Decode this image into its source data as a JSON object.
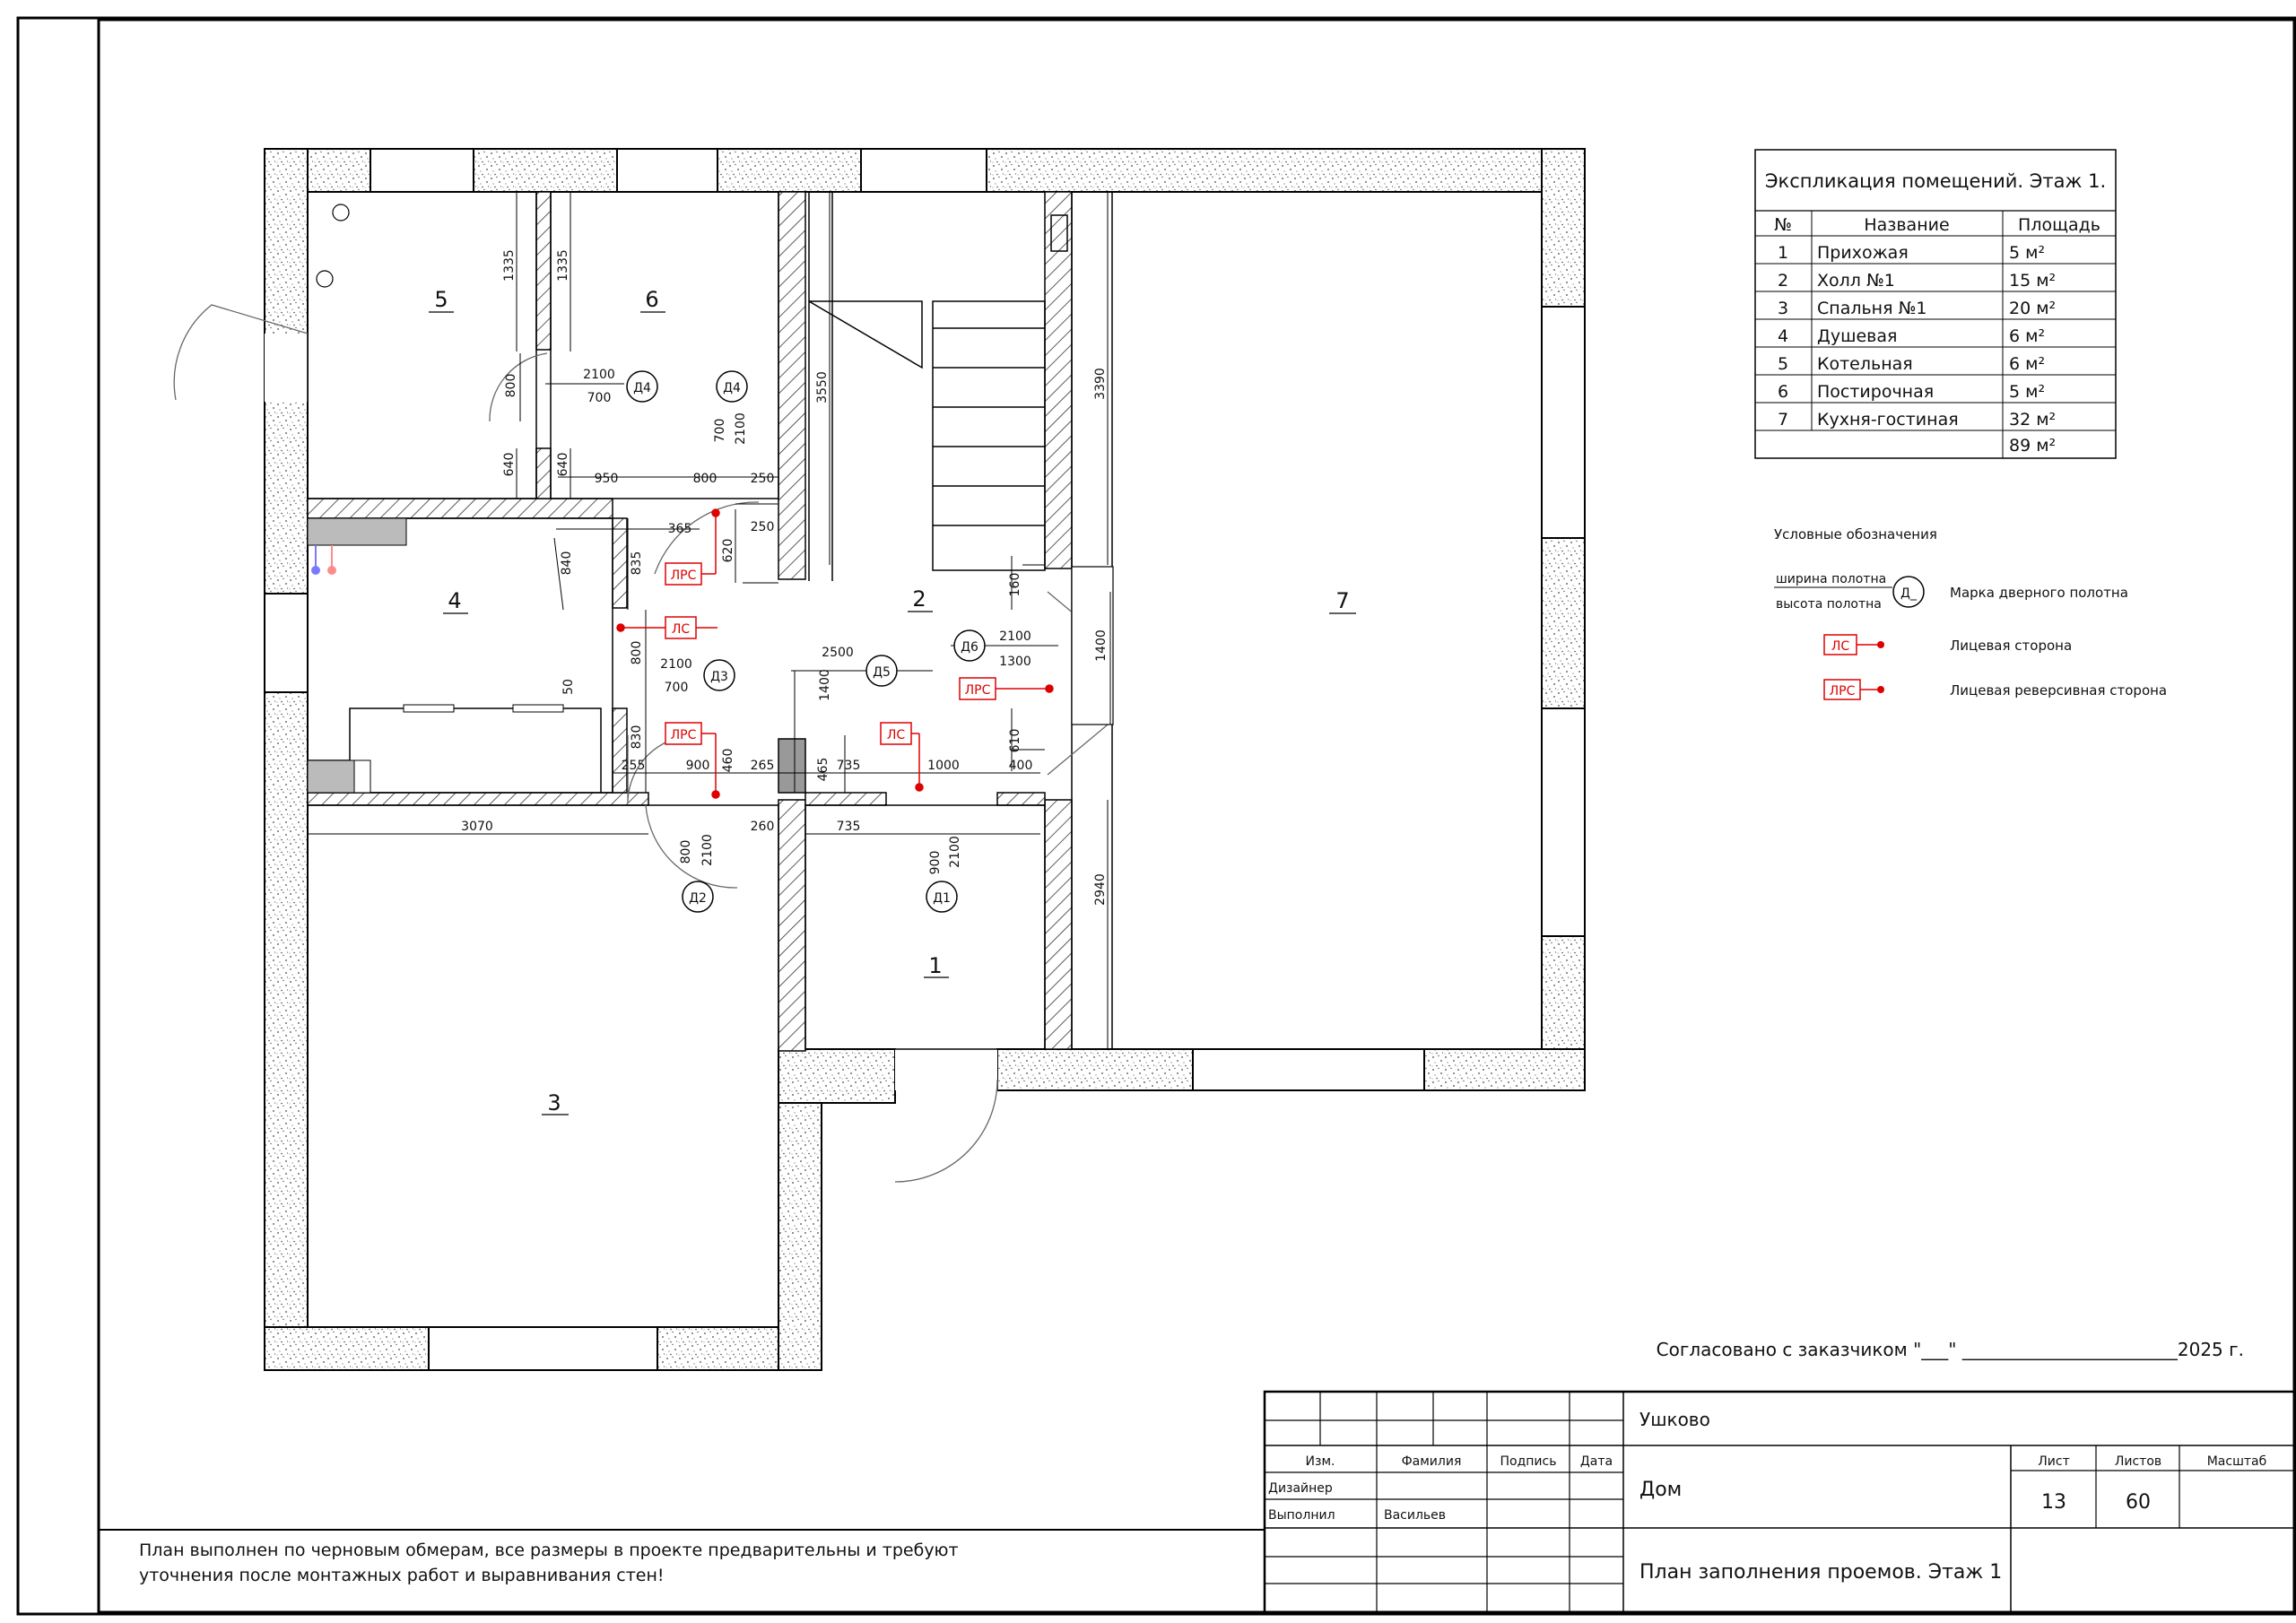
{
  "explication": {
    "title": "Экспликация помещений. Этаж 1.",
    "headers": [
      "№",
      "Название",
      "Площадь"
    ],
    "rows": [
      {
        "num": "1",
        "name": "Прихожая",
        "area": "5 м²"
      },
      {
        "num": "2",
        "name": "Холл №1",
        "area": "15 м²"
      },
      {
        "num": "3",
        "name": "Спальня №1",
        "area": "20 м²"
      },
      {
        "num": "4",
        "name": "Душевая",
        "area": "6 м²"
      },
      {
        "num": "5",
        "name": "Котельная",
        "area": "6 м²"
      },
      {
        "num": "6",
        "name": "Постирочная",
        "area": "5 м²"
      },
      {
        "num": "7",
        "name": "Кухня-гостиная",
        "area": "32 м²"
      }
    ],
    "total": "89 м²"
  },
  "legend": {
    "title": "Условные обозначения",
    "width_label": "ширина полотна",
    "height_label": "высота полотна",
    "mark_symbol": "Д_",
    "door_mark": "Марка дверного полотна",
    "ls_tag": "ЛС",
    "ls_desc": "Лицевая сторона",
    "lrs_tag": "ЛРС",
    "lrs_desc": "Лицевая реверсивная сторона"
  },
  "rooms": [
    "1",
    "2",
    "3",
    "4",
    "5",
    "6",
    "7"
  ],
  "doors": [
    {
      "mark": "Д1",
      "width": "900",
      "height": "2100"
    },
    {
      "mark": "Д2",
      "width": "800",
      "height": "2100"
    },
    {
      "mark": "Д3",
      "width": "700",
      "height": "2100"
    },
    {
      "mark": "Д4",
      "width": "700",
      "height": "2100"
    },
    {
      "mark": "Д4",
      "width": "700",
      "height": "2100"
    },
    {
      "mark": "Д5",
      "width": "",
      "height": "2500"
    },
    {
      "mark": "Д6",
      "width": "1300",
      "height": "2100"
    }
  ],
  "tags": [
    "ЛРС",
    "ЛС",
    "ЛРС",
    "ЛС",
    "ЛРС"
  ],
  "dims": [
    "1335",
    "1335",
    "800",
    "640",
    "640",
    "950",
    "800",
    "250",
    "250",
    "365",
    "620",
    "840",
    "835",
    "800",
    "50",
    "830",
    "255",
    "900",
    "265",
    "465",
    "735",
    "1000",
    "400",
    "610",
    "160",
    "1400",
    "3550",
    "3390",
    "460",
    "260",
    "735",
    "3070",
    "2940",
    "1400"
  ],
  "approval": "Согласовано с заказчиком \"___\" ________________________2025 г.",
  "titleblock": {
    "location": "Ушково",
    "object": "Дом",
    "sheet_title": "План заполнения проемов. Этаж 1",
    "hdr_izm": "Изм.",
    "hdr_surname": "Фамилия",
    "hdr_sign": "Подпись",
    "hdr_date": "Дата",
    "designer": "Дизайнер",
    "performed": "Выполнил",
    "performer": "Васильев",
    "list_label": "Лист",
    "lists_label": "Листов",
    "scale_label": "Масштаб",
    "list": "13",
    "lists": "60",
    "scale": ""
  },
  "note": [
    "План выполнен по черновым обмерам, все размеры в проекте предварительны и требуют",
    "уточнения после монтажных работ и выравнивания стен!"
  ]
}
